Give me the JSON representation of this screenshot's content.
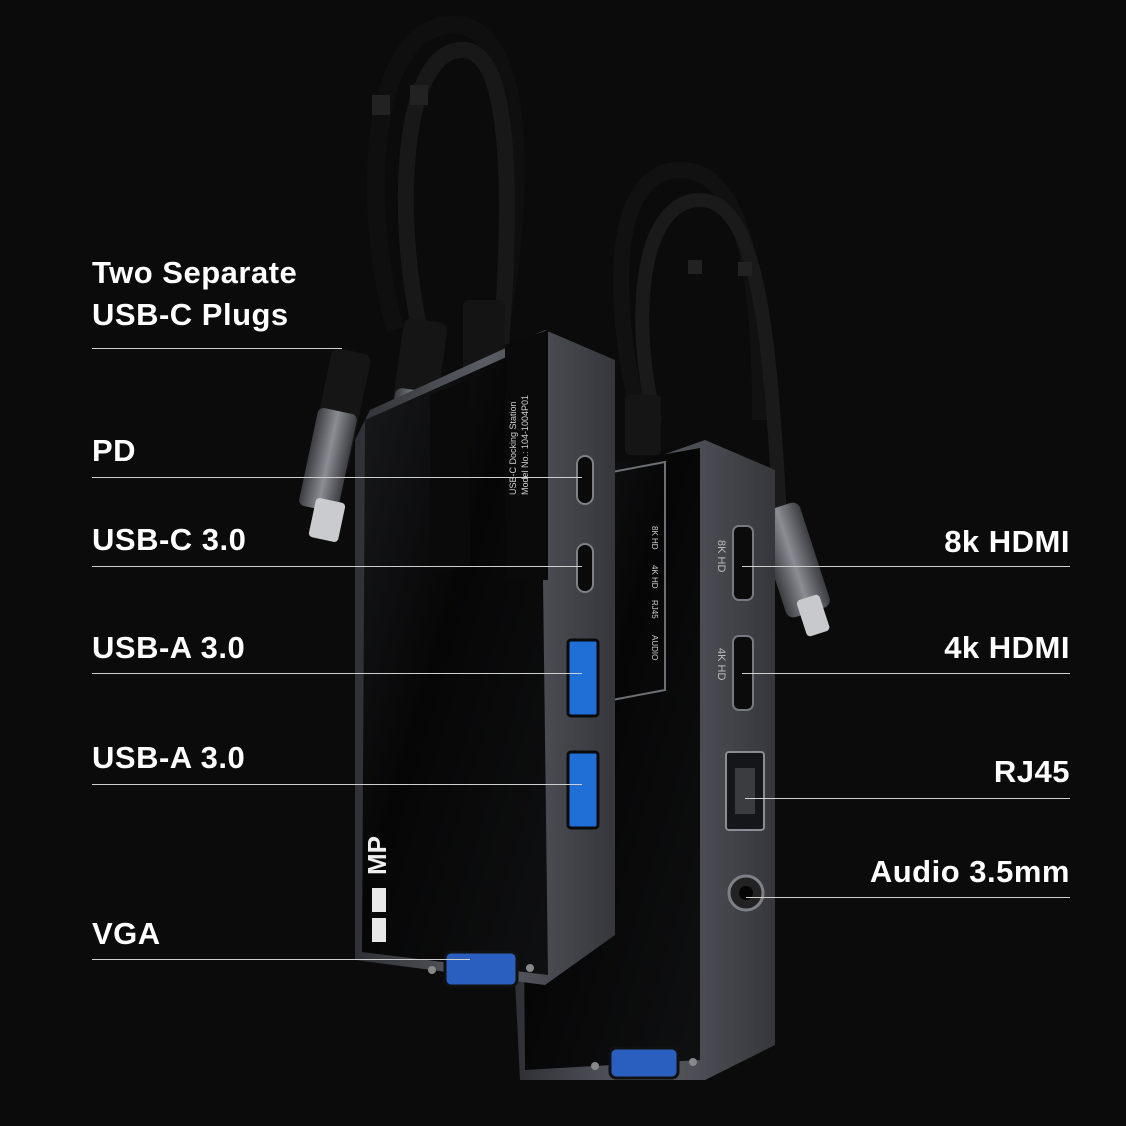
{
  "callouts_left": [
    {
      "id": "usb-c-plugs",
      "lines": [
        "Two Separate",
        "USB-C Plugs"
      ]
    },
    {
      "id": "pd",
      "lines": [
        "PD"
      ]
    },
    {
      "id": "usb-c-3",
      "lines": [
        "USB-C 3.0"
      ]
    },
    {
      "id": "usb-a-3-first",
      "lines": [
        "USB-A 3.0"
      ]
    },
    {
      "id": "usb-a-3-second",
      "lines": [
        "USB-A 3.0"
      ]
    },
    {
      "id": "vga",
      "lines": [
        "VGA"
      ]
    }
  ],
  "callouts_right": [
    {
      "id": "hdmi-8k",
      "lines": [
        "8k HDMI"
      ]
    },
    {
      "id": "hdmi-4k",
      "lines": [
        "4k HDMI"
      ]
    },
    {
      "id": "rj45",
      "lines": [
        "RJ45"
      ]
    },
    {
      "id": "audio",
      "lines": [
        "Audio 3.5mm"
      ]
    }
  ],
  "device": {
    "brand": "MP",
    "label_lines": [
      "USB-C Docking Station",
      "Model No.: 104-1004P01"
    ],
    "port_legend": [
      "8K HD",
      "4K HD",
      "RJ45",
      "AUDIO"
    ],
    "side_marks": [
      "8K HD",
      "4K HD"
    ]
  },
  "colors": {
    "background": "#0b0b0b",
    "text": "#ffffff",
    "leader_line": "#cfcfcf",
    "body_gray": "#4a4c52",
    "glass_black": "#050506",
    "usb_blue": "#1f6fd6",
    "vga_blue": "#2b5fbf"
  }
}
